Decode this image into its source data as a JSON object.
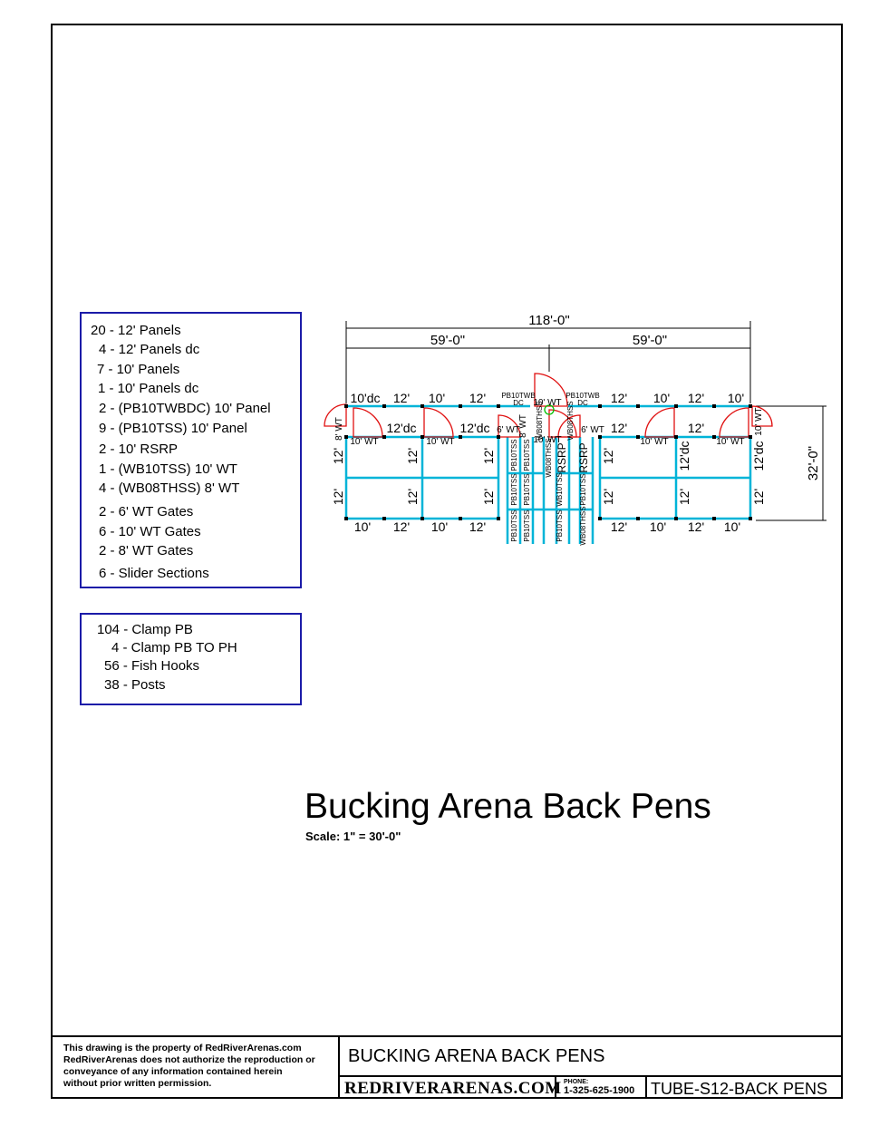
{
  "materials_list": [
    "20 - 12' Panels",
    "4 - 12' Panels dc",
    "7 - 10' Panels",
    "1 - 10' Panels dc",
    "2 - (PB10TWBDC) 10' Panel",
    "9 - (PB10TSS) 10' Panel",
    "2 - 10' RSRP",
    "1 - (WB10TSS) 10' WT",
    "4 - (WB08THSS) 8' WT",
    "2 - 6' WT Gates",
    "6 - 10' WT Gates",
    "2 - 8' WT Gates",
    "6 - Slider Sections"
  ],
  "hardware_list": [
    "104 - Clamp PB",
    "4 - Clamp PB TO PH",
    "56 - Fish Hooks",
    "38 - Posts"
  ],
  "drawing": {
    "title": "Bucking Arena Back Pens",
    "scale": "Scale: 1\" = 30'-0\""
  },
  "plan": {
    "overall_width": "118'-0\"",
    "half_width_left": "59'-0\"",
    "half_width_right": "59'-0\"",
    "depth": "32'-0\"",
    "top_labels_left": [
      "10'dc",
      "12'",
      "10'",
      "12'"
    ],
    "top_labels_right": [
      "12'",
      "10'",
      "12'",
      "10'"
    ],
    "bottom_labels_left": [
      "10'",
      "12'",
      "10'",
      "12'"
    ],
    "bottom_labels_right": [
      "12'",
      "10'",
      "12'",
      "10'"
    ],
    "inner_labels": [
      "12'dc",
      "12'dc",
      "12'",
      "12'"
    ],
    "side_labels": [
      "12'",
      "12'",
      "12'",
      "12'",
      "12'",
      "12'",
      "12'",
      "12'",
      "12'dc",
      "12'dc",
      "12'",
      "12'"
    ],
    "gate_labels": [
      "8' WT",
      "10' WT",
      "10' WT",
      "6' WT",
      "10' WT",
      "10' WT",
      "10' WT",
      "6' WT",
      "10' WT",
      "10' WT",
      "8' WT"
    ],
    "center_labels": [
      "PB10TWB DC",
      "PB10TWB DC",
      "RSRP",
      "RSRP"
    ],
    "alley_labels": [
      "PB10TSS",
      "PB10TSS",
      "PB10TSS",
      "PB10TSS",
      "PB10TSS",
      "PB10TSS",
      "PB10TSS",
      "PB10TSS",
      "WB10TSS",
      "WB08THSS",
      "WB08THSS",
      "WB08THSS",
      "WB08THSS"
    ]
  },
  "title_block": {
    "notice": "This drawing is the property of RedRiverArenas.com\nRedRiverArenas does not authorize the reproduction or\nconveyance of any information contained herein\nwithout prior written permission.",
    "project_title": "BUCKING ARENA BACK PENS",
    "brand": "REDRIVERARENAS.COM",
    "phone_label": "PHONE:",
    "phone": "1-325-625-1900",
    "drawing_number": "TUBE-S12-BACK PENS"
  },
  "colors": {
    "panel": "#00b4d8",
    "gate": "#e01010",
    "box_border": "#1b1ba8"
  }
}
